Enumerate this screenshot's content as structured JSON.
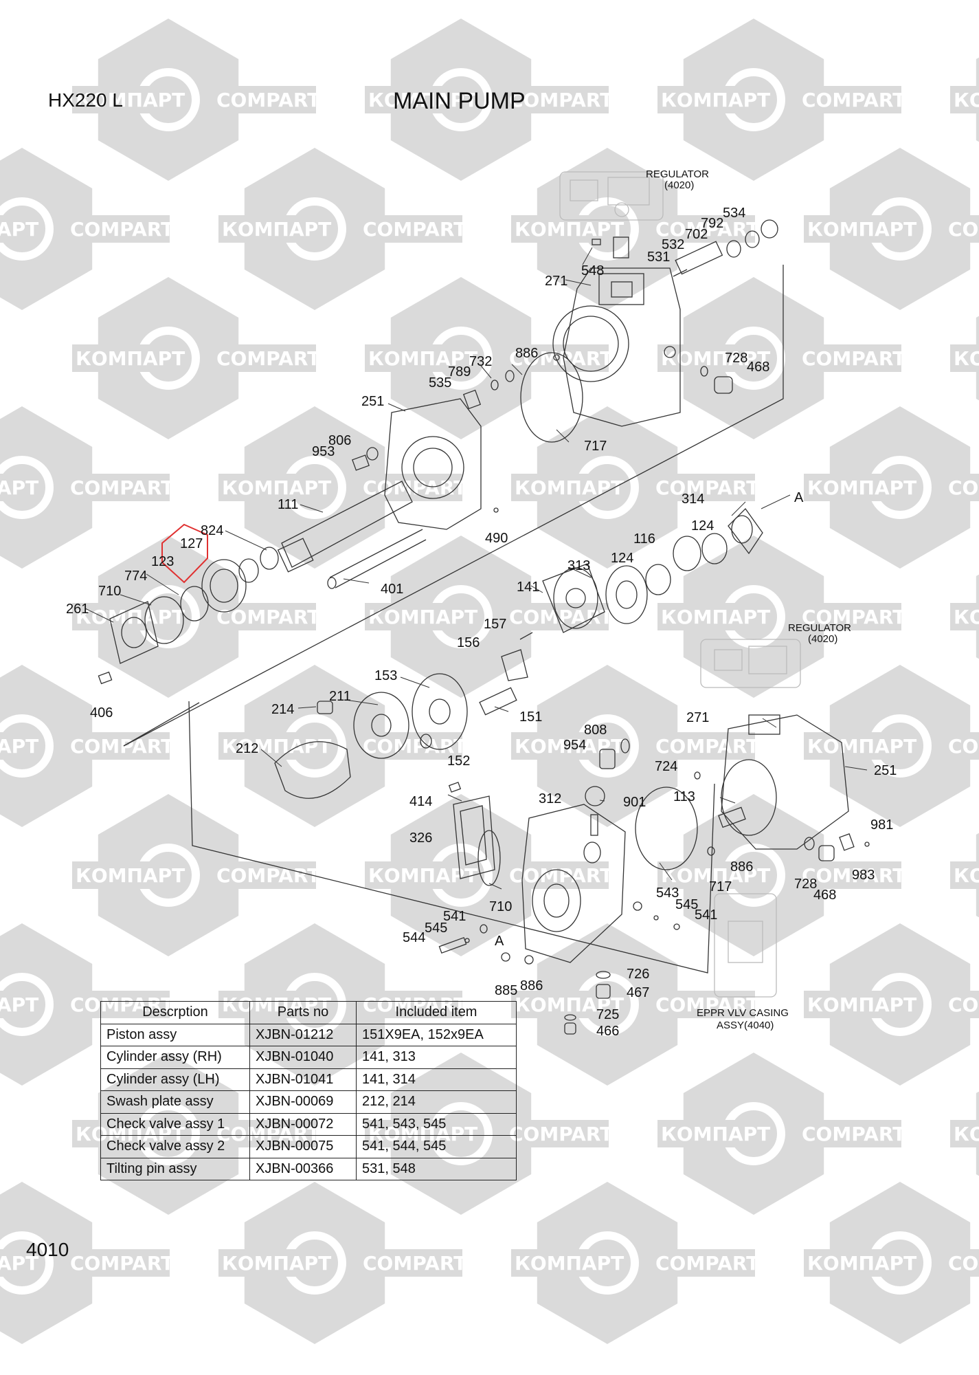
{
  "header": {
    "model": "HX220 L",
    "title": "MAIN PUMP"
  },
  "page_number": "4010",
  "watermark": {
    "texts": [
      "КОМПАРТ",
      "COMPART"
    ]
  },
  "callouts": {
    "regulator_top": "REGULATOR",
    "regulator_top_code": "(4020)",
    "regulator_right": "REGULATOR",
    "regulator_right_code": "(4020)",
    "eppr_line1": "EPPR VLV CASING",
    "eppr_line2": "ASSY(4040)",
    "view_a_1": "A",
    "view_a_2": "A"
  },
  "parts": {
    "p548": "548",
    "p531": "531",
    "p534": "534",
    "p792": "792",
    "p702": "702",
    "p532": "532",
    "p271a": "271",
    "p886a": "886",
    "p732": "732",
    "p789": "789",
    "p535": "535",
    "p728a": "728",
    "p468a": "468",
    "p251a": "251",
    "p717a": "717",
    "p806": "806",
    "p953": "953",
    "p111": "111",
    "p490": "490",
    "p824": "824",
    "p127": "127",
    "p123": "123",
    "p774": "774",
    "p710a": "710",
    "p261": "261",
    "p406": "406",
    "p401": "401",
    "p314": "314",
    "p124a": "124",
    "p116": "116",
    "p124b": "124",
    "p313": "313",
    "p141": "141",
    "p157": "157",
    "p156": "156",
    "p153": "153",
    "p151": "151",
    "p152": "152",
    "p211": "211",
    "p214": "214",
    "p212": "212",
    "p808": "808",
    "p954": "954",
    "p271b": "271",
    "p724": "724",
    "p251b": "251",
    "p113": "113",
    "p901": "901",
    "p414": "414",
    "p312": "312",
    "p326": "326",
    "p710b": "710",
    "p717b": "717",
    "p886b": "886",
    "p981": "981",
    "p728b": "728",
    "p468b": "468",
    "p983": "983",
    "p543": "543",
    "p545a": "545",
    "p541a": "541",
    "p541b": "541",
    "p545b": "545",
    "p544": "544",
    "p885": "885",
    "p886c": "886",
    "p726": "726",
    "p467": "467",
    "p725": "725",
    "p466": "466"
  },
  "table": {
    "headers": [
      "Descrption",
      "Parts no",
      "Included item"
    ],
    "rows": [
      [
        "Piston assy",
        "XJBN-01212",
        "151X9EA, 152x9EA"
      ],
      [
        "Cylinder assy (RH)",
        "XJBN-01040",
        "141, 313"
      ],
      [
        "Cylinder assy (LH)",
        "XJBN-01041",
        "141, 314"
      ],
      [
        "Swash plate assy",
        "XJBN-00069",
        "212, 214"
      ],
      [
        "Check valve assy 1",
        "XJBN-00072",
        "541, 543, 545"
      ],
      [
        "Check valve assy 2",
        "XJBN-00075",
        "541, 544, 545"
      ],
      [
        "Tilting pin assy",
        "XJBN-00366",
        "531, 548"
      ]
    ]
  },
  "colors": {
    "watermark": "#dadada",
    "line": "#222222",
    "highlight": "#e03030"
  }
}
